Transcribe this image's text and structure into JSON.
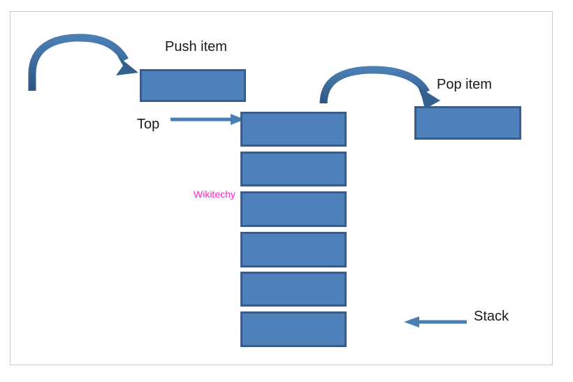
{
  "diagram": {
    "title": "Stack push and pop operations",
    "background": "#ffffff",
    "frame_color": "#c9c9c9",
    "box_fill": "#4f81bd",
    "box_border": "#385d8a",
    "arrow_color": "#3d6ea5",
    "label_color": "#1a1a1a",
    "watermark_color": "#ff22cc"
  },
  "labels": {
    "push_item": "Push item",
    "pop_item": "Pop item",
    "top": "Top",
    "stack": "Stack",
    "watermark": "Wikitechy"
  },
  "stack": {
    "element_count": 6,
    "elements": [
      {
        "index": 0,
        "name": "stack-cell-top"
      },
      {
        "index": 1,
        "name": "stack-cell-2"
      },
      {
        "index": 2,
        "name": "stack-cell-3"
      },
      {
        "index": 3,
        "name": "stack-cell-4"
      },
      {
        "index": 4,
        "name": "stack-cell-5"
      },
      {
        "index": 5,
        "name": "stack-cell-bottom"
      }
    ]
  },
  "operations": {
    "push": {
      "label": "Push item",
      "direction": "into-stack"
    },
    "pop": {
      "label": "Pop item",
      "direction": "out-of-stack"
    }
  }
}
